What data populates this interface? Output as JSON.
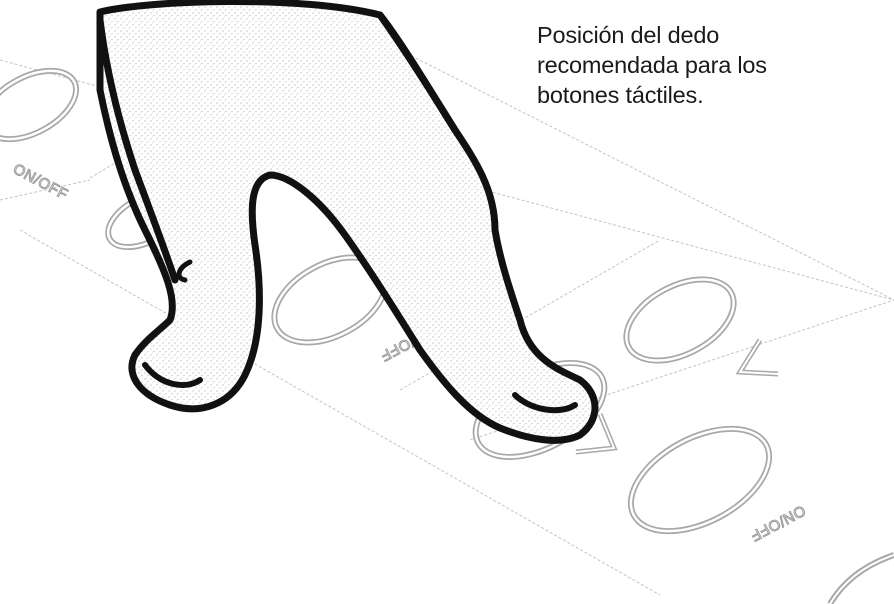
{
  "caption": {
    "line1": "Posición del dedo",
    "line2": "recomendada para los",
    "line3": "botones táctiles."
  },
  "buttons": {
    "onoff_label": "ON/OFF"
  },
  "icons": {
    "hand": "finger-pointing-icon",
    "arrow": "chevron-icon"
  },
  "colors": {
    "outline": "#111111",
    "button_ring": "#a8a8a8",
    "panel_line": "#c4c4c4",
    "caption_text": "#1a1a1a"
  }
}
